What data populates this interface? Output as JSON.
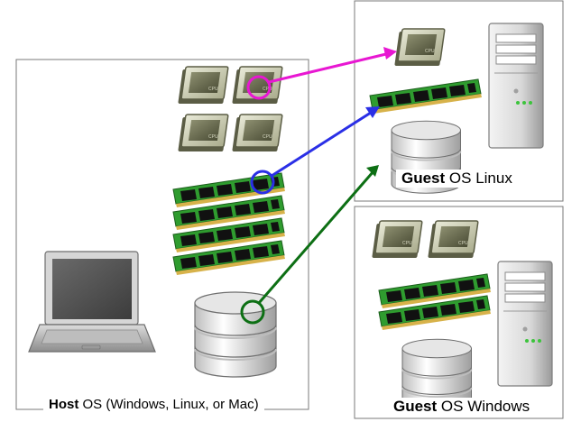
{
  "host": {
    "label_bold": "Host",
    "label_rest": " OS (Windows, Linux, or Mac)"
  },
  "guest_linux": {
    "label_bold": "Guest",
    "label_rest": " OS Linux"
  },
  "guest_windows": {
    "label_bold": "Guest",
    "label_rest": " OS Windows"
  },
  "chip_text": "CPU",
  "icons": {
    "cpu": "cpu-chip-icon",
    "ram": "ram-module-icon",
    "disk": "hard-disk-stack-icon",
    "server": "tower-server-icon",
    "laptop": "laptop-icon"
  },
  "colors": {
    "cpu_link": "#e817d2",
    "ram_link": "#2a2fe6",
    "disk_link": "#0d6f14",
    "ram_board": "#2f9c2f",
    "cpu_body": "#c8c9b0",
    "box_border": "#7a7a7a"
  }
}
